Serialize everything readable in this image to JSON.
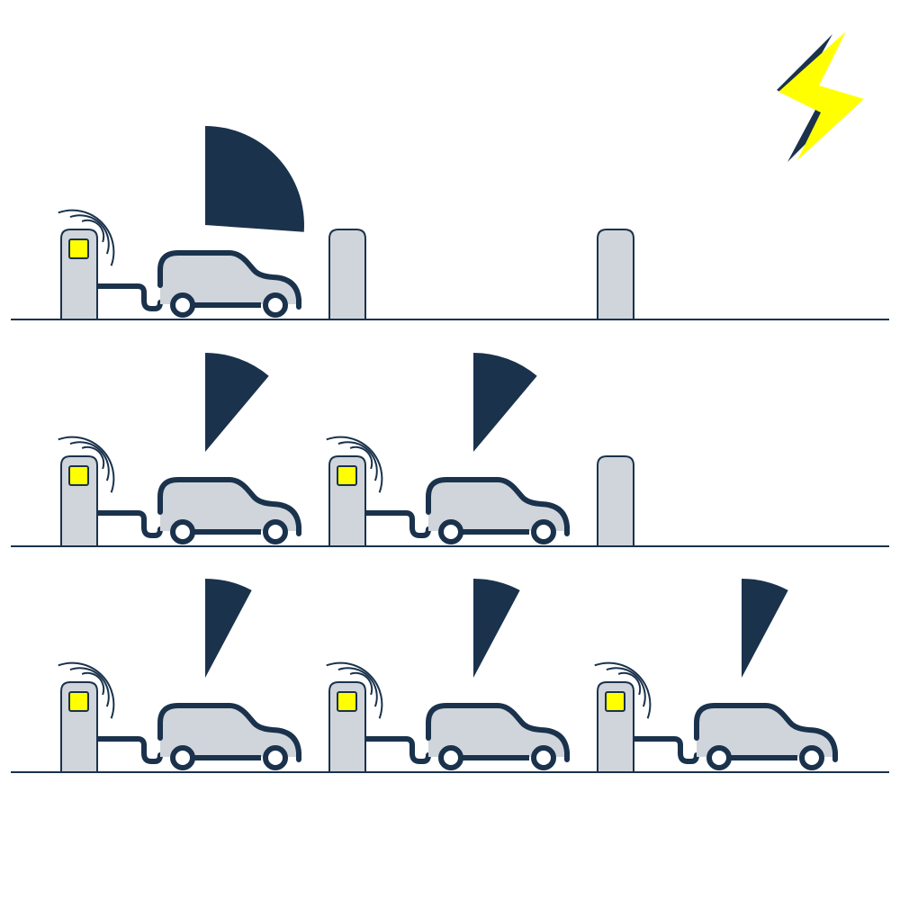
{
  "colors": {
    "navy": "#1a324c",
    "grey": "#d0d5db",
    "yellow": "#ffff00",
    "background": "#ffffff"
  },
  "icons": {
    "power": "lightning-bolt-icon",
    "charger": "charging-station-icon",
    "vehicle": "electric-car-icon",
    "signal": "wireless-signal-icon",
    "share": "power-share-sector-icon",
    "empty": "idle-charger-post-icon"
  },
  "rows": [
    {
      "slots": [
        {
          "state": "charging",
          "power_share": 0.5
        },
        {
          "state": "idle"
        },
        {
          "state": "idle"
        }
      ]
    },
    {
      "slots": [
        {
          "state": "charging",
          "power_share": 0.25
        },
        {
          "state": "charging",
          "power_share": 0.25
        },
        {
          "state": "idle"
        }
      ]
    },
    {
      "slots": [
        {
          "state": "charging",
          "power_share": 0.167
        },
        {
          "state": "charging",
          "power_share": 0.167
        },
        {
          "state": "charging",
          "power_share": 0.167
        }
      ]
    }
  ]
}
